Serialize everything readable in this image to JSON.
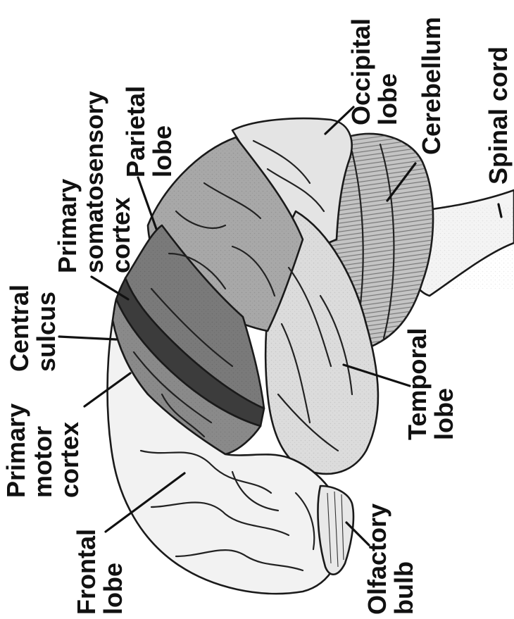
{
  "figure": {
    "colors": {
      "background": "#ffffff",
      "frontal": "#f2f2f2",
      "motor_cortex": "#8a8a8a",
      "central_sulcus": "#3c3c3c",
      "somatosensory_cortex": "#7a7a7a",
      "parietal": "#a8a8a8",
      "temporal": "#dcdcdc",
      "occipital": "#e4e4e4",
      "cerebellum": "#c4c4c4",
      "spinal_cord": "#f4f4f4",
      "ink": "#111111"
    },
    "labels": {
      "frontal_lobe": [
        "Frontal",
        "lobe"
      ],
      "primary_motor_cortex": [
        "Primary",
        "motor",
        "cortex"
      ],
      "central_sulcus": [
        "Central",
        "sulcus"
      ],
      "primary_somatosensory_cortex": [
        "Primary",
        "somatosensory",
        "cortex"
      ],
      "parietal_lobe": [
        "Parietal",
        "lobe"
      ],
      "occipital_lobe": [
        "Occipital",
        "lobe"
      ],
      "cerebellum": [
        "Cerebellum"
      ],
      "spinal_cord": [
        "Spinal cord"
      ],
      "temporal_lobe": [
        "Temporal",
        "lobe"
      ],
      "olfactory_bulb": [
        "Olfactory",
        "bulb"
      ]
    }
  }
}
